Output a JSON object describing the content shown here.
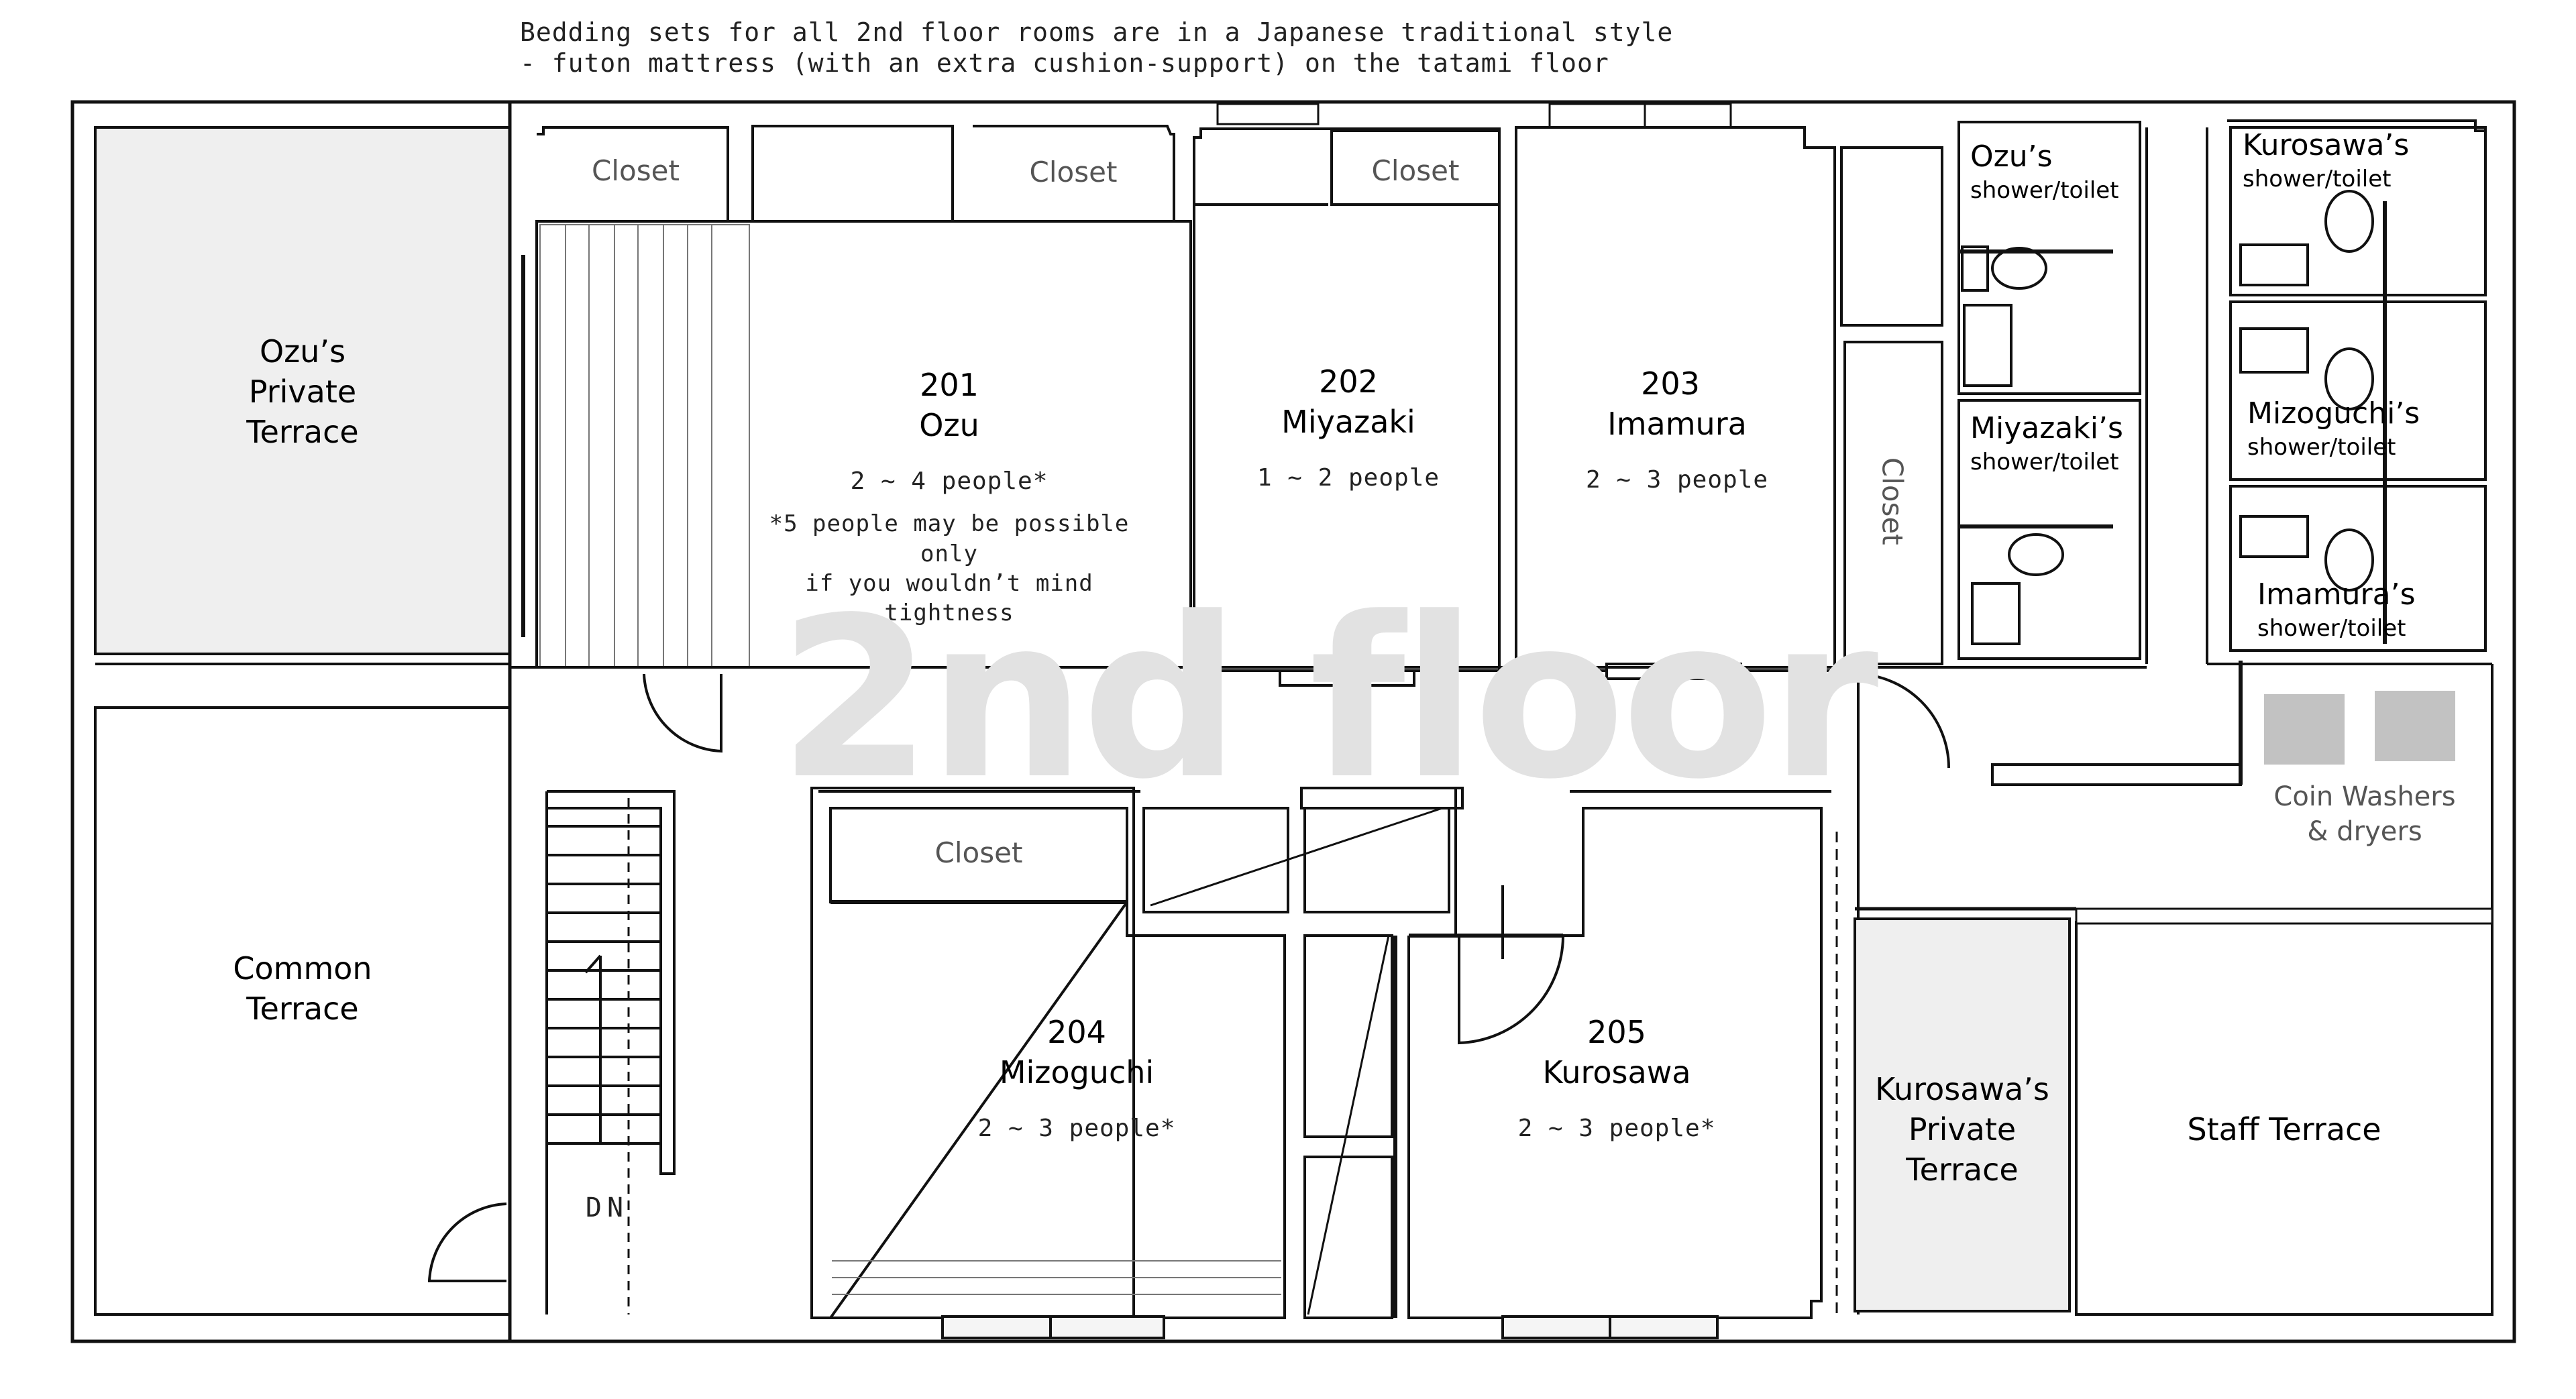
{
  "header": {
    "note_line1": "Bedding sets for all 2nd floor rooms are in a Japanese traditional style",
    "note_line2": "- futon mattress (with an extra cushion-support) on the tatami floor"
  },
  "watermark": "2nd floor",
  "colors": {
    "terrace_fill": "#efefef",
    "washer_fill": "#c2c2c2",
    "watermark": "#e2e2e2",
    "wall": "#111111"
  },
  "terraces": {
    "ozu_private": [
      "Ozu’s",
      "Private",
      "Terrace"
    ],
    "common": [
      "Common",
      "Terrace"
    ],
    "kurosawa_private": [
      "Kurosawa’s",
      "Private",
      "Terrace"
    ],
    "staff": "Staff Terrace"
  },
  "rooms": [
    {
      "number": "201",
      "name": "Ozu",
      "capacity": "2 ~ 4 people*",
      "footnote_line1": "*5 people may be possible only",
      "footnote_line2": "if you wouldn’t mind tightness"
    },
    {
      "number": "202",
      "name": "Miyazaki",
      "capacity": "1 ~ 2 people"
    },
    {
      "number": "203",
      "name": "Imamura",
      "capacity": "2 ~ 3 people"
    },
    {
      "number": "204",
      "name": "Mizoguchi",
      "capacity": "2 ~ 3 people*"
    },
    {
      "number": "205",
      "name": "Kurosawa",
      "capacity": "2 ~ 3 people*"
    }
  ],
  "closets": {
    "label": "Closet"
  },
  "bathrooms": [
    {
      "owner": "Ozu’s",
      "type": "shower/toilet"
    },
    {
      "owner": "Miyazaki’s",
      "type": "shower/toilet"
    },
    {
      "owner": "Kurosawa’s",
      "type": "shower/toilet"
    },
    {
      "owner": "Mizoguchi’s",
      "type": "shower/toilet"
    },
    {
      "owner": "Imamura’s",
      "type": "shower/toilet"
    }
  ],
  "laundry": {
    "line1": "Coin Washers",
    "line2": "& dryers"
  },
  "stairs": {
    "label": "DN"
  }
}
